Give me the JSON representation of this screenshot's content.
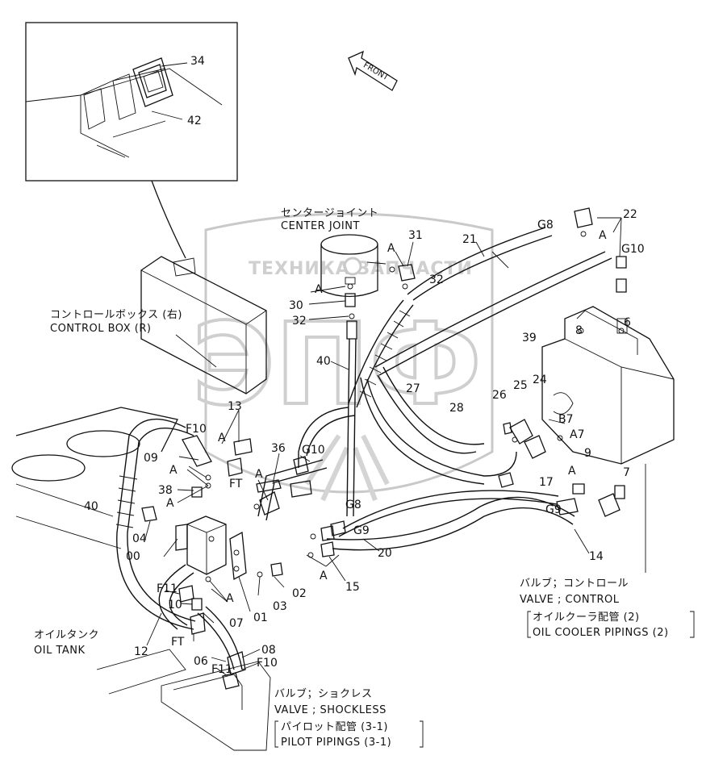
{
  "watermark": {
    "text": "ТЕХНИКА ЗАПЧАСТИ",
    "logo": "ЭПФ",
    "color": "#c9c9c9"
  },
  "front_arrow": {
    "label": "FRONT"
  },
  "annotations": {
    "center_joint_jp": "センタージョイント",
    "center_joint_en": "CENTER JOINT",
    "control_box_jp": "コントロールボックス (右)",
    "control_box_en": "CONTROL BOX (R)",
    "valve_control_jp": "バルブ；コントロール",
    "valve_control_en": "VALVE ; CONTROL",
    "oil_cooler_jp": "オイルクーラ配管 (2)",
    "oil_cooler_en": "OIL COOLER PIPINGS (2)",
    "oil_tank_jp": "オイルタンク",
    "oil_tank_en": "OIL TANK",
    "shockless_jp": "バルブ；ショクレス",
    "shockless_en": "VALVE ; SHOCKLESS",
    "pilot_jp": "パイロット配管 (3-1)",
    "pilot_en": "PILOT PIPINGS (3-1)"
  },
  "callouts": {
    "c34": "34",
    "c42": "42",
    "c22": "22",
    "cA_22": "A",
    "cG8_top": "G8",
    "cG10_top": "G10",
    "c21": "21",
    "c31": "31",
    "cA_31": "A",
    "c32a": "32",
    "cA_30": "A",
    "c30": "30",
    "c32b": "32",
    "c39": "39",
    "c6": "6",
    "c8": "8",
    "c40a": "40",
    "c27": "27",
    "c28": "28",
    "c25": "25",
    "c24": "24",
    "c26": "26",
    "cB7": "B7",
    "cA7": "A7",
    "c9": "9",
    "cA_9": "A",
    "c7": "7",
    "c17": "17",
    "cG9_r": "G9",
    "c14": "14",
    "c13": "13",
    "cF10a": "F10",
    "cA_13": "A",
    "c09": "09",
    "cA_09": "A",
    "cFT_a": "FT",
    "cG10_mid": "G10",
    "c36": "36",
    "cA_36": "A",
    "c38": "38",
    "cA_38": "A",
    "c40b": "40",
    "c04": "04",
    "c00": "00",
    "cG8_mid": "G8",
    "cG9_mid": "G9",
    "c20": "20",
    "c15": "15",
    "cA_15": "A",
    "c02": "02",
    "c03": "03",
    "c01": "01",
    "cA_01": "A",
    "cF11a": "F11",
    "c10": "10",
    "c07": "07",
    "c12": "12",
    "cFT_b": "FT",
    "c06": "06",
    "cF11b": "F11",
    "c08": "08",
    "cF10b": "F10"
  }
}
